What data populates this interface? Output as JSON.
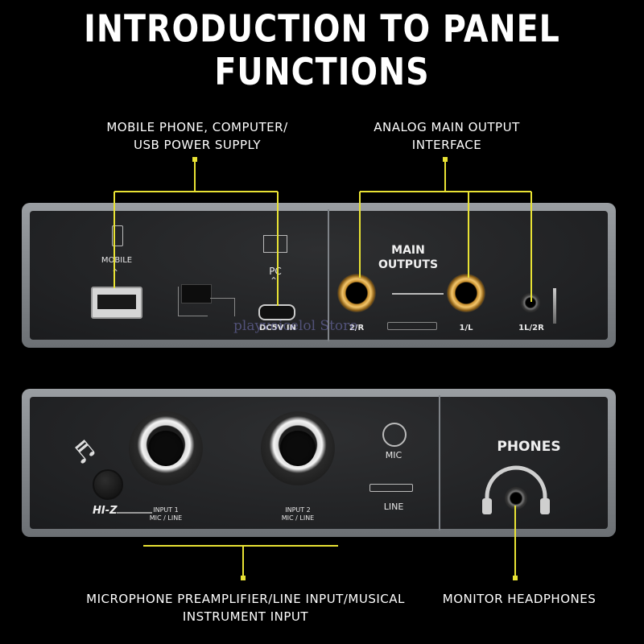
{
  "title": "INTRODUCTION TO PANEL FUNCTIONS",
  "callouts": {
    "usb_power": [
      "MOBILE PHONE, COMPUTER/",
      "USB POWER SUPPLY"
    ],
    "analog_out": [
      "ANALOG MAIN OUTPUT",
      "INTERFACE"
    ],
    "mic_input": [
      "MICROPHONE PREAMPLIFIER/LINE INPUT/MUSICAL",
      "INSTRUMENT INPUT"
    ],
    "headphones": [
      "MONITOR HEADPHONES"
    ]
  },
  "rear_panel": {
    "mobile_label": "MOBILE",
    "pc_label": "PC",
    "dc_label": "DC5V IN",
    "main_outputs": [
      "MAIN",
      "OUTPUTS"
    ],
    "out_2r": "2/R",
    "out_1l": "1/L",
    "out_1l2r": "1L/2R"
  },
  "front_panel": {
    "hiz_label": "HI-Z",
    "input1": [
      "INPUT 1",
      "MIC / LINE"
    ],
    "input2": [
      "INPUT 2",
      "MIC / LINE"
    ],
    "mic_label": "MIC",
    "line_label": "LINE",
    "phones_label": "PHONES"
  },
  "watermark": "playvoicelol Store",
  "colors": {
    "callout_line": "#e8e234",
    "panel_frame": "#8a8e92",
    "panel_face": "#222325"
  }
}
